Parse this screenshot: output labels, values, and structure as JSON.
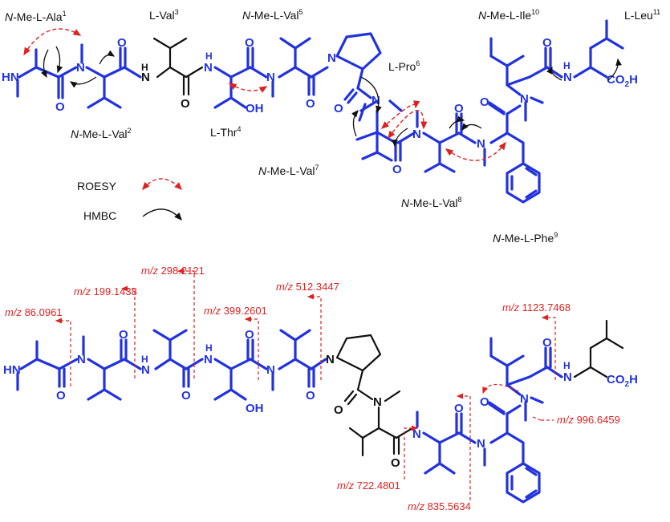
{
  "colors": {
    "blue": "#2233dd",
    "black": "#111111",
    "red": "#dd2222",
    "background": "#ffffff"
  },
  "residues": [
    {
      "prefix": "N-",
      "name": "Me-L-Ala",
      "sup": "1"
    },
    {
      "prefix": "N-",
      "name": "Me-L-Val",
      "sup": "2"
    },
    {
      "prefix": "",
      "name": "L-Val",
      "sup": "3"
    },
    {
      "prefix": "",
      "name": "L-Thr",
      "sup": "4"
    },
    {
      "prefix": "N-",
      "name": "Me-L-Val",
      "sup": "5"
    },
    {
      "prefix": "",
      "name": "L-Pro",
      "sup": "6"
    },
    {
      "prefix": "N-",
      "name": "Me-L-Val",
      "sup": "7"
    },
    {
      "prefix": "N-",
      "name": "Me-L-Val",
      "sup": "8"
    },
    {
      "prefix": "N-",
      "name": "Me-L-Phe",
      "sup": "9"
    },
    {
      "prefix": "N-",
      "name": "Me-L-Ile",
      "sup": "10"
    },
    {
      "prefix": "",
      "name": "L-Leu",
      "sup": "11"
    }
  ],
  "legend": {
    "roesy": "ROESY",
    "hmbc": "HMBC"
  },
  "atoms": {
    "hn": "HN",
    "n": "N",
    "h": "H",
    "o": "O",
    "oh": "OH",
    "co2h_main": "CO",
    "co2h_sub": "2",
    "co2h_tail": "H"
  },
  "fragments": [
    {
      "prefix": "m/z",
      "value": "86.0961"
    },
    {
      "prefix": "m/z",
      "value": "199.1438"
    },
    {
      "prefix": "m/z",
      "value": "298.2121"
    },
    {
      "prefix": "m/z",
      "value": "399.2601"
    },
    {
      "prefix": "m/z",
      "value": "512.3447"
    },
    {
      "prefix": "m/z",
      "value": "1123.7468"
    },
    {
      "prefix": "m/z",
      "value": "996.6459"
    },
    {
      "prefix": "m/z",
      "value": "722.4801"
    },
    {
      "prefix": "m/z",
      "value": "835.5634"
    }
  ]
}
